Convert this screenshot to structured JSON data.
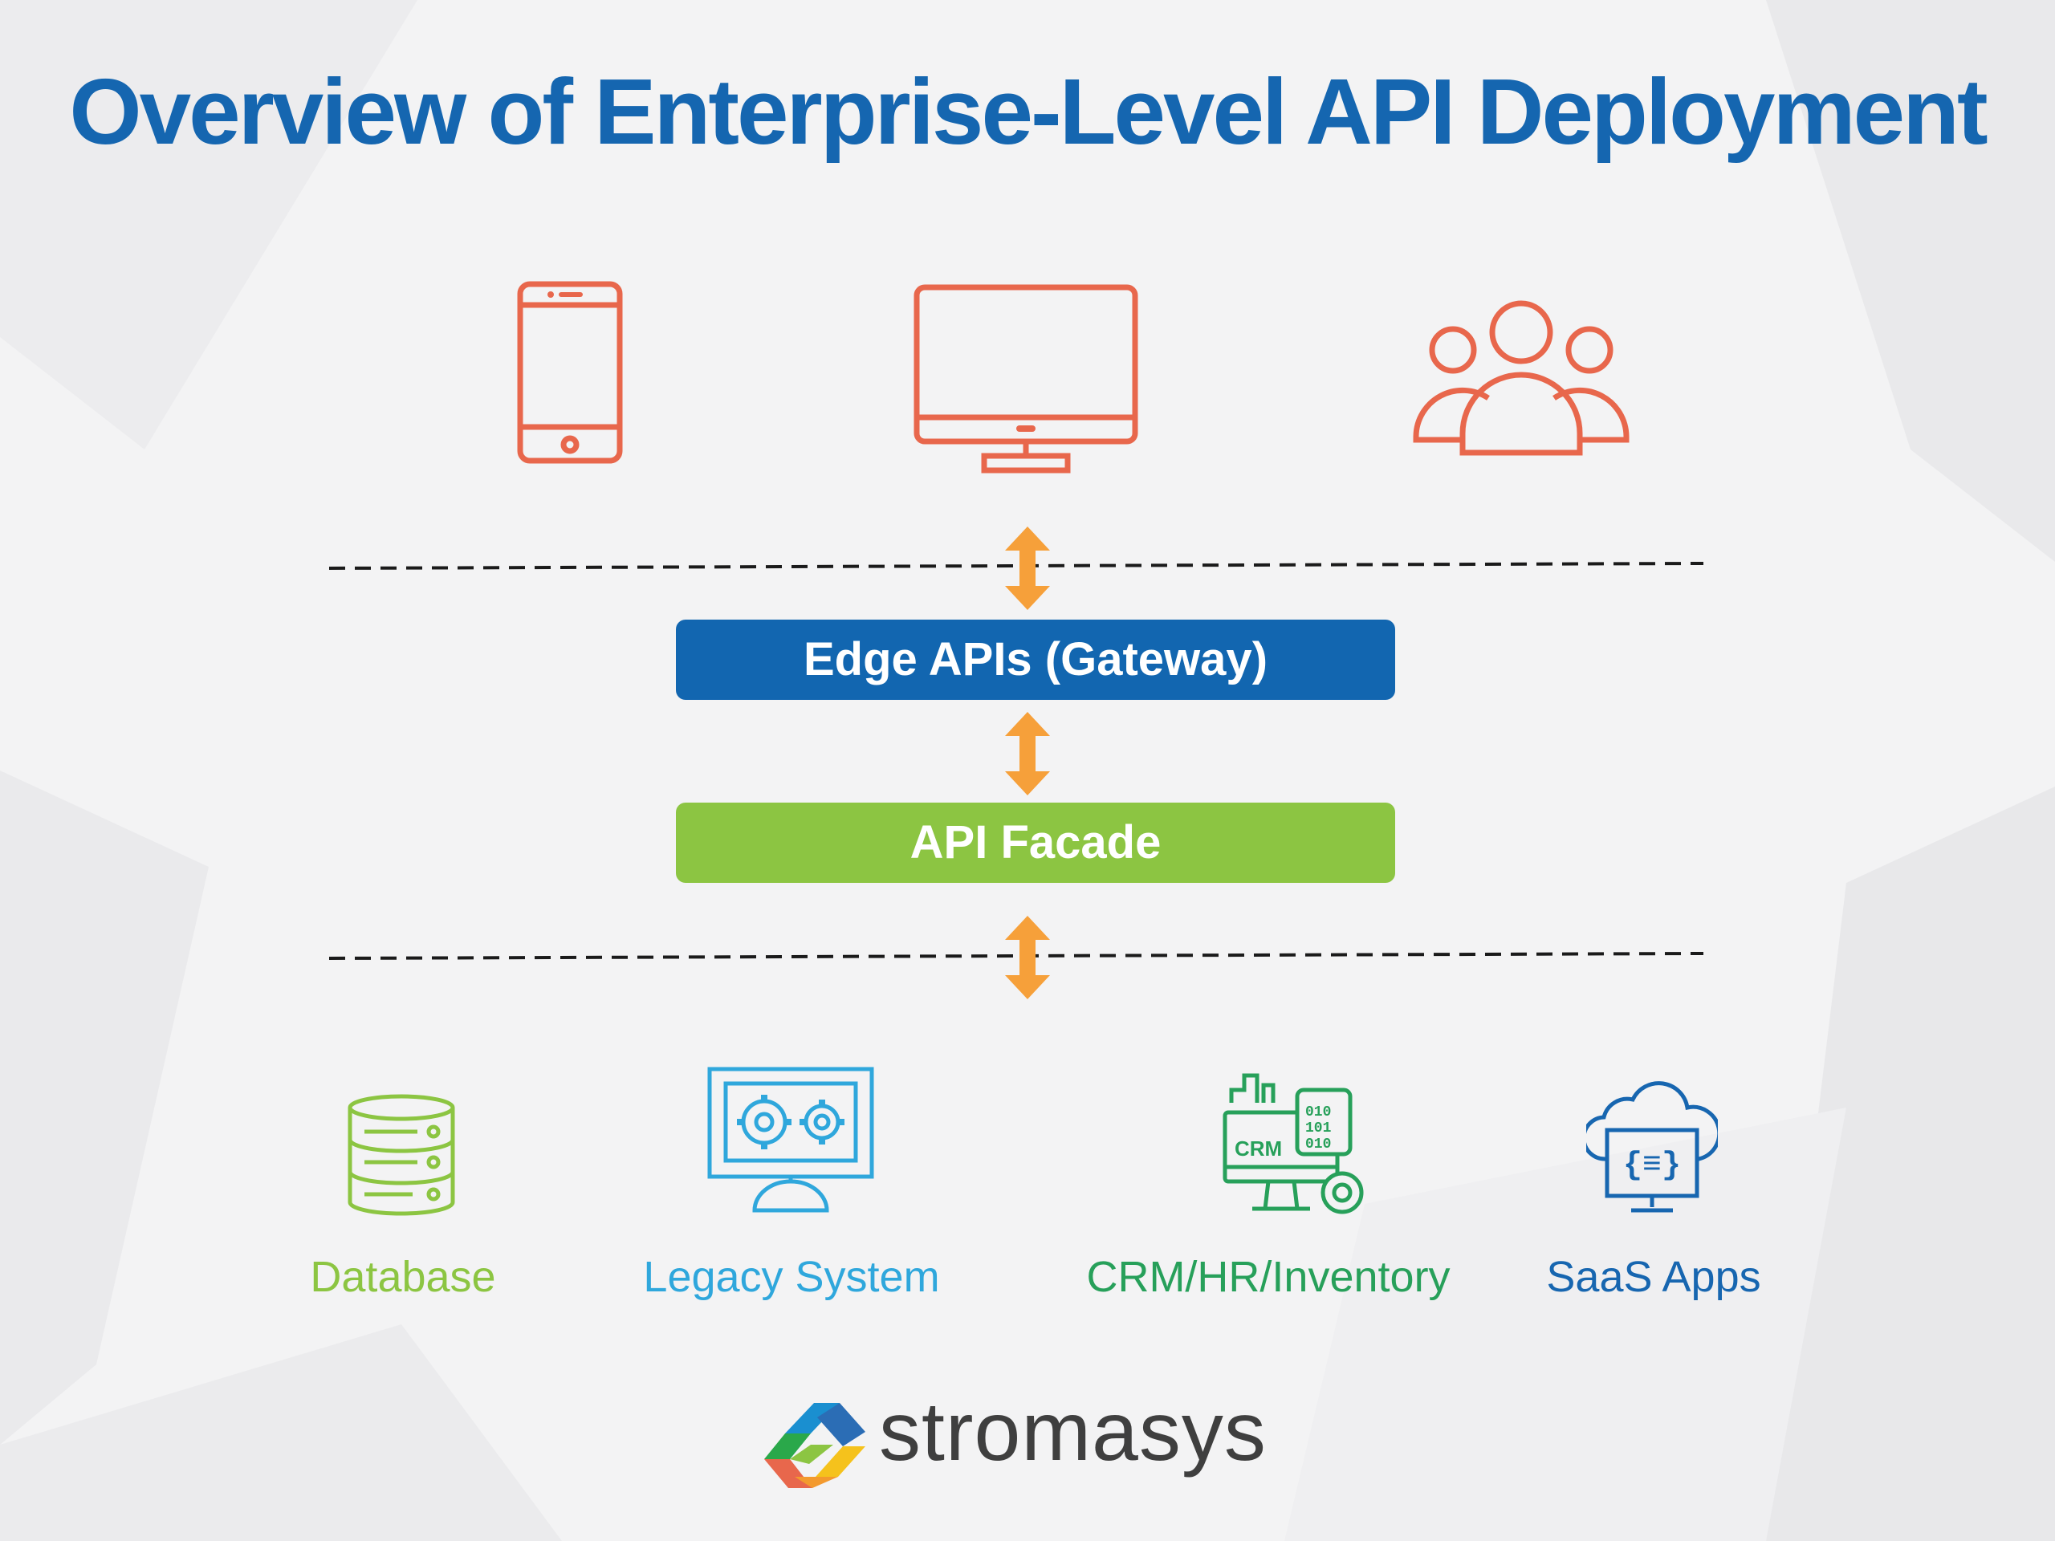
{
  "title": "Overview of Enterprise-Level API Deployment",
  "layers": {
    "gateway": "Edge APIs (Gateway)",
    "facade": "API Facade"
  },
  "backends": [
    {
      "label": "Database",
      "icon": "database-icon",
      "color": "#8cc542"
    },
    {
      "label": "Legacy System",
      "icon": "legacy-system-icon",
      "color": "#2fa7dc"
    },
    {
      "label": "CRM/HR/Inventory",
      "icon": "crm-icon",
      "color": "#27a05a"
    },
    {
      "label": "SaaS Apps",
      "icon": "saas-cloud-icon",
      "color": "#1766b0"
    }
  ],
  "clients": [
    {
      "icon": "smartphone-icon"
    },
    {
      "icon": "desktop-monitor-icon"
    },
    {
      "icon": "users-group-icon"
    }
  ],
  "brand": {
    "name": "stromasys"
  },
  "colors": {
    "title": "#1566b0",
    "client_icons": "#e8674c",
    "arrows": "#f6a03a",
    "gateway": "#1266b0",
    "facade": "#8cc542"
  }
}
